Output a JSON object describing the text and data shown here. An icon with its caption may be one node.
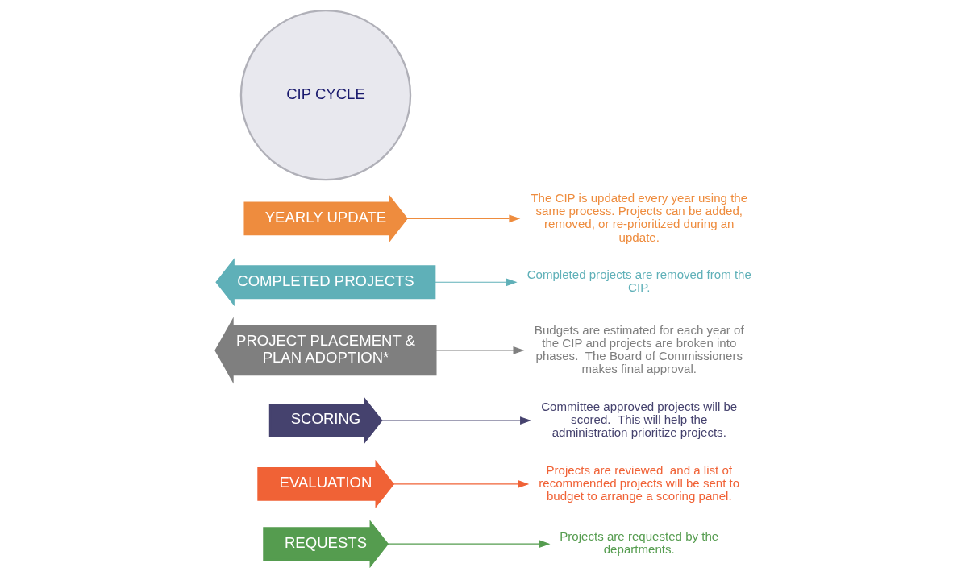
{
  "diagram": {
    "nodes": [
      {
        "text": [
          "REQUESTS"
        ]
      },
      {
        "text": [
          "EVALUATION"
        ]
      },
      {
        "text": [
          "SCORING"
        ]
      },
      {
        "text": [
          "PROJECT PLACEMENT & PLAN ADOPTION*"
        ]
      },
      {
        "text": [
          "COMPLETED PROJECTS"
        ]
      },
      {
        "text": [
          "YEARLY UPDATE"
        ]
      },
      {
        "text": [
          "CIP CYCLE"
        ]
      },
      {
        "text": [
          "Projects are requested by the departments."
        ]
      },
      {
        "text": [
          "Projects are reviewed  and a list of recommended projects will be sent to budget to arrange a scoring panel."
        ]
      },
      {
        "text": [
          "Committee approved projects will be scored.  This will help the administration prioritize projects."
        ]
      },
      {
        "text": [
          "Budgets are estimated for each year of the CIP and projects are broken into phases.  The Board of Commissioners makes final approval."
        ]
      },
      {
        "text": [
          "Completed projects are removed from the CIP."
        ]
      },
      {
        "text": [
          "The CIP is updated every year using the same process. Projects can be added, removed, or re-prioritized during an update."
        ]
      }
    ],
    "edges": [
      {
        "from": 0,
        "to": 7,
        "arrow": "to",
        "color": "#559c4f"
      },
      {
        "from": 1,
        "to": 8,
        "arrow": "to",
        "color": "#f06236"
      },
      {
        "from": 2,
        "to": 9,
        "arrow": "to",
        "color": "#45426e"
      },
      {
        "from": 3,
        "to": 10,
        "arrow": "to",
        "color": "#7f7f7f"
      },
      {
        "from": 4,
        "to": 11,
        "arrow": "to",
        "color": "#5fb0b8"
      },
      {
        "from": 5,
        "to": 12,
        "arrow": "to",
        "color": "#ee8c3e"
      }
    ]
  }
}
